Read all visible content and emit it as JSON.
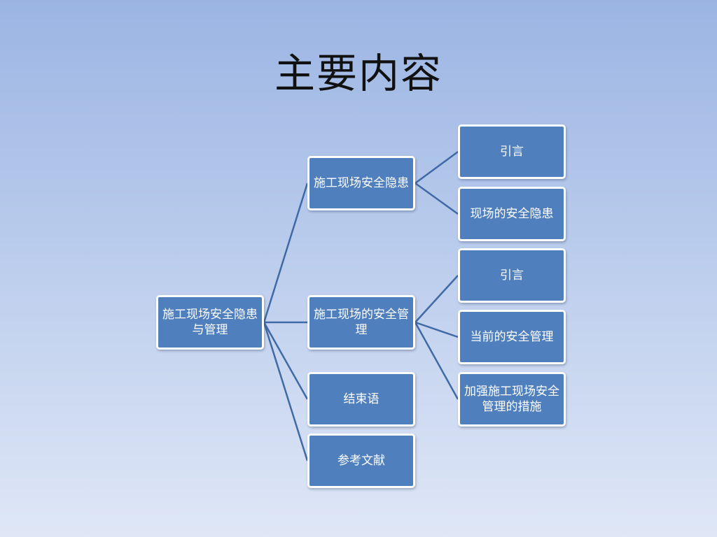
{
  "title": "主要内容",
  "diagram": {
    "root": "施工现场安全隐患与管理",
    "level1": [
      {
        "label": "施工现场安全隐患",
        "children": [
          "引言",
          "现场的安全隐患"
        ]
      },
      {
        "label": "施工现场的安全管理",
        "children": [
          "引言",
          "当前的安全管理",
          "加强施工现场安全管理的措施"
        ]
      },
      {
        "label": "结束语",
        "children": []
      },
      {
        "label": "参考文献",
        "children": []
      }
    ]
  },
  "colors": {
    "node_fill": "#4f7fbc",
    "node_border": "#ffffff",
    "connector": "#3f6aa6",
    "background_top": "#9bb5e3",
    "background_bottom": "#dfe7f6"
  }
}
